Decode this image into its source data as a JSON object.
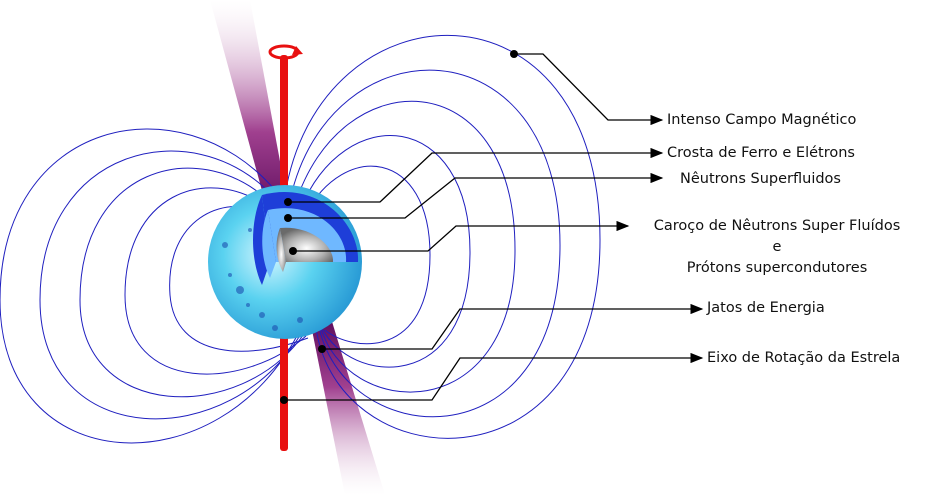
{
  "labels": {
    "magnetic_field": "Intenso Campo Magnético",
    "crust": "Crosta de Ferro e Elétrons",
    "superfluid": "Nêutrons Superfluidos",
    "core_line1": "Caroço de Nêutrons Super Fluídos",
    "core_line2": "e",
    "core_line3": "Prótons supercondutores",
    "jets": "Jatos de Energia",
    "axis": "Eixo de Rotação da Estrela"
  },
  "colors": {
    "field_lines": "#1f1fbf",
    "axis": "#e81010",
    "jet": "#7a1a7a",
    "star_surface": "#5ad2f0",
    "crust_layer": "#1e3ed8",
    "superfluid_layer": "#6fb8ff",
    "core": "#9a9a9a",
    "leader_lines": "#000000"
  },
  "icons": {
    "rotation": "rotation-arrow-icon"
  }
}
